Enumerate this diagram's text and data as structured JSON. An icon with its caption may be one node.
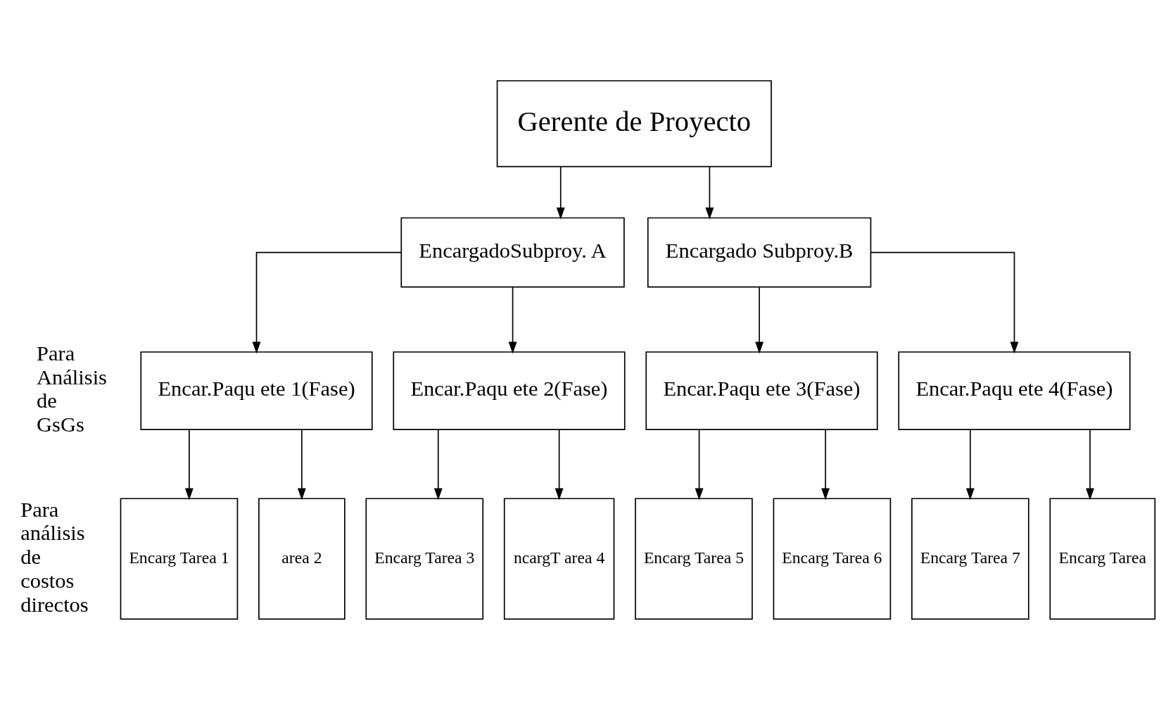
{
  "diagram": {
    "nodes": [
      {
        "text": [
          "Gerente de Proyecto"
        ]
      },
      {
        "text": [
          "EncargadoSubproy. A"
        ]
      },
      {
        "text": [
          "Encargado Subproy.B"
        ]
      },
      {
        "text": [
          "Encar.Paqu ete 1(Fase)"
        ]
      },
      {
        "text": [
          "Encar.Paqu ete 2(Fase)"
        ]
      },
      {
        "text": [
          "Encar.Paqu ete 3(Fase)"
        ]
      },
      {
        "text": [
          "Encar.Paqu ete 4(Fase)"
        ]
      },
      {
        "text": [
          "Encarg Tarea 1"
        ]
      },
      {
        "text": [
          "area 2"
        ]
      },
      {
        "text": [
          "Encarg Tarea 3"
        ]
      },
      {
        "text": [
          "ncargT area 4"
        ]
      },
      {
        "text": [
          "Encarg Tarea 5"
        ]
      },
      {
        "text": [
          "Encarg Tarea 6"
        ]
      },
      {
        "text": [
          "Encarg Tarea 7"
        ]
      },
      {
        "text": [
          "Encarg Tarea"
        ]
      }
    ],
    "edges": [
      {
        "from": 0,
        "to": 1,
        "arrow": "to"
      },
      {
        "from": 0,
        "to": 2,
        "arrow": "to"
      },
      {
        "from": 1,
        "to": 3,
        "arrow": "to"
      },
      {
        "from": 1,
        "to": 4,
        "arrow": "to"
      },
      {
        "from": 2,
        "to": 5,
        "arrow": "to"
      },
      {
        "from": 2,
        "to": 6,
        "arrow": "to"
      },
      {
        "from": 3,
        "to": 7,
        "arrow": "to"
      },
      {
        "from": 3,
        "to": 8,
        "arrow": "to"
      },
      {
        "from": 4,
        "to": 9,
        "arrow": "to"
      },
      {
        "from": 4,
        "to": 10,
        "arrow": "to"
      },
      {
        "from": 5,
        "to": 11,
        "arrow": "to"
      },
      {
        "from": 5,
        "to": 12,
        "arrow": "to"
      },
      {
        "from": 6,
        "to": 13,
        "arrow": "to"
      },
      {
        "from": 6,
        "to": 14,
        "arrow": "to"
      }
    ],
    "labels": [
      "Para Análisis de GsGs",
      "Para análisis de costos directos"
    ]
  }
}
